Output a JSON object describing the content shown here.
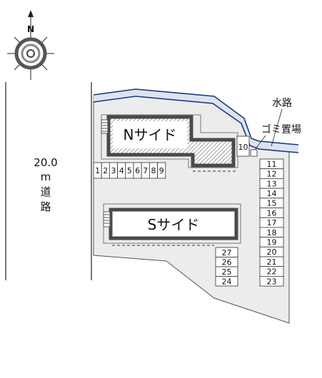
{
  "compass": {
    "north_letter": "N"
  },
  "road": {
    "width_value": "20.0",
    "unit": "m",
    "chars": [
      "道",
      "路"
    ]
  },
  "labels": {
    "waterway": "水路",
    "garbage": "ゴミ置場"
  },
  "buildings": {
    "north": "Nサイド",
    "south": "Sサイド"
  },
  "parking": {
    "row_north": [
      "1",
      "2",
      "3",
      "4",
      "5",
      "6",
      "7",
      "8",
      "9"
    ],
    "space_10": "10",
    "column_east": [
      "11",
      "12",
      "13",
      "14",
      "15",
      "16",
      "17",
      "18",
      "19",
      "20",
      "21",
      "22",
      "23"
    ],
    "column_south": [
      "27",
      "26",
      "25",
      "24"
    ]
  },
  "colors": {
    "site": "#ececec",
    "building_border": "#4a4a4a",
    "water": "#dde4ef",
    "water_edge": "#1a3a7a"
  }
}
